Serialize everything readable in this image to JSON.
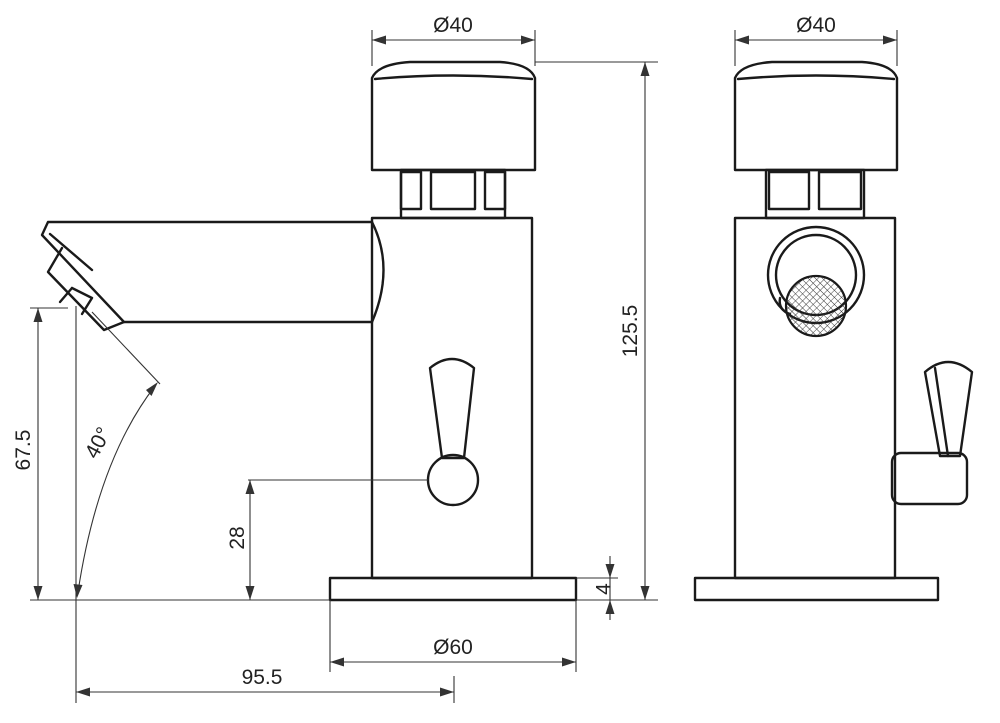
{
  "drawing": {
    "dimensions": {
      "cap_diameter_front": "Ø40",
      "cap_diameter_side": "Ø40",
      "total_height": "125.5",
      "spout_height": "67.5",
      "spout_angle": "40°",
      "handle_height": "28",
      "base_thickness": "4",
      "base_diameter": "Ø60",
      "spout_reach": "95.5"
    }
  }
}
